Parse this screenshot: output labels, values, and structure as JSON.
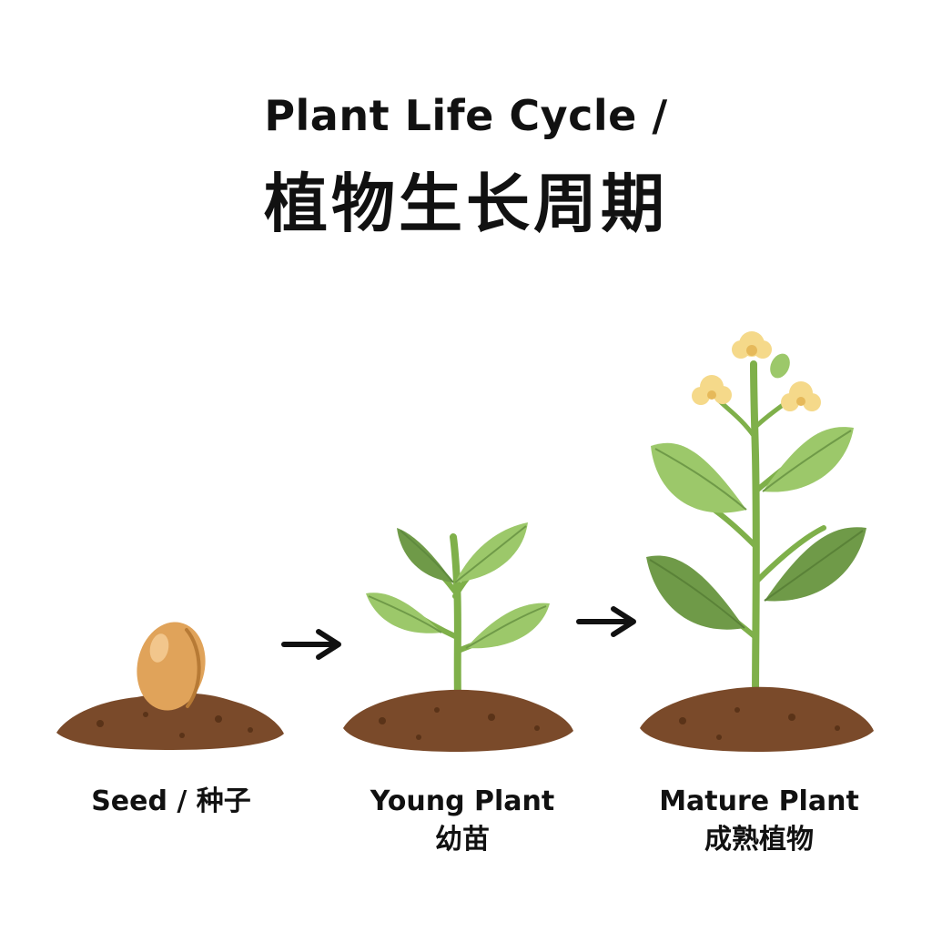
{
  "title": {
    "english": "Plant Life Cycle /",
    "chinese": "植物生长周期"
  },
  "stages": [
    {
      "id": "seed",
      "label_line1": "Seed / 种子",
      "label_line2": ""
    },
    {
      "id": "young-plant",
      "label_line1": "Young Plant",
      "label_line2": "幼苗"
    },
    {
      "id": "mature-plant",
      "label_line1": "Mature Plant",
      "label_line2": "成熟植物"
    }
  ],
  "colors": {
    "soil": "#7a4a2a",
    "soil_dark": "#5a3318",
    "seed": "#e0a35a",
    "stem": "#7fb04a",
    "leaf_light": "#9cc86a",
    "leaf_dark": "#6f9a48",
    "flower": "#f5d98a",
    "arrow": "#111111"
  },
  "icons": {
    "arrow1": "arrow-right-icon",
    "arrow2": "arrow-right-icon"
  }
}
